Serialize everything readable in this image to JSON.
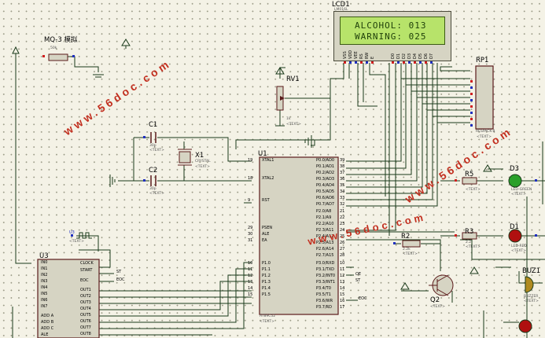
{
  "lcd": {
    "ref": "LCD1",
    "model": "LM016L",
    "line1": "ALCOHOL: 013",
    "line2": "WARNING: 025",
    "pins": [
      "VSS",
      "VDD",
      "VEE",
      "RS",
      "RW",
      "E",
      "D0",
      "D1",
      "D2",
      "D3",
      "D4",
      "D5",
      "D6",
      "D7"
    ]
  },
  "sensor": {
    "label": "MQ-3 模拟",
    "value": "50k"
  },
  "rv1": {
    "ref": "RV1",
    "value": "1k"
  },
  "rp1": {
    "ref": "RP1",
    "model": "RESPACK-8"
  },
  "c1": {
    "ref": "C1",
    "value": "30p"
  },
  "c2": {
    "ref": "C2",
    "value": "30p"
  },
  "x1": {
    "ref": "X1",
    "model": "CRYSTAL"
  },
  "u1": {
    "ref": "U1",
    "model": "AT89C52",
    "left_pins": [
      {
        "num": "19",
        "name": "XTAL1"
      },
      {
        "num": "18",
        "name": "XTAL2"
      },
      {
        "num": "9",
        "name": "RST"
      },
      {
        "num": "29",
        "name": "PSEN"
      },
      {
        "num": "30",
        "name": "ALE"
      },
      {
        "num": "31",
        "name": "EA"
      },
      {
        "num": "10",
        "name": "P1.0"
      },
      {
        "num": "11",
        "name": "P1.1"
      },
      {
        "num": "12",
        "name": "P1.2"
      },
      {
        "num": "13",
        "name": "P1.3"
      },
      {
        "num": "14",
        "name": "P1.4"
      },
      {
        "num": "15",
        "name": "P1.5"
      }
    ],
    "right_pins": [
      {
        "num": "39",
        "name": "P0.0/AD0"
      },
      {
        "num": "38",
        "name": "P0.1/AD1"
      },
      {
        "num": "37",
        "name": "P0.2/AD2"
      },
      {
        "num": "36",
        "name": "P0.3/AD3"
      },
      {
        "num": "35",
        "name": "P0.4/AD4"
      },
      {
        "num": "34",
        "name": "P0.5/AD5"
      },
      {
        "num": "33",
        "name": "P0.6/AD6"
      },
      {
        "num": "32",
        "name": "P0.7/AD7"
      },
      {
        "num": "21",
        "name": "P2.0/A8"
      },
      {
        "num": "22",
        "name": "P2.1/A9"
      },
      {
        "num": "23",
        "name": "P2.2/A10"
      },
      {
        "num": "24",
        "name": "P2.3/A11"
      },
      {
        "num": "25",
        "name": "P2.4/A12"
      },
      {
        "num": "26",
        "name": "P2.5/A13"
      },
      {
        "num": "27",
        "name": "P2.6/A14"
      },
      {
        "num": "28",
        "name": "P2.7/A15"
      },
      {
        "num": "10",
        "name": "P3.0/RXD"
      },
      {
        "num": "11",
        "name": "P3.1/TXD"
      },
      {
        "num": "12",
        "name": "P3.2/INT0"
      },
      {
        "num": "13",
        "name": "P3.3/INT1"
      },
      {
        "num": "14",
        "name": "P3.4/T0"
      },
      {
        "num": "15",
        "name": "P3.5/T1"
      },
      {
        "num": "16",
        "name": "P3.6/WR"
      },
      {
        "num": "17",
        "name": "P3.7/RD"
      }
    ]
  },
  "u3": {
    "ref": "U3",
    "left_pins": [
      "IN0",
      "IN1",
      "IN2",
      "IN3",
      "IN4",
      "IN5",
      "IN6",
      "IN7",
      "ADD A",
      "ADD B",
      "ADD C",
      "ALE"
    ],
    "right_pins": [
      "CLOCK",
      "START",
      "EOC",
      "OUT1",
      "OUT2",
      "OUT3",
      "OUT4",
      "OUT5",
      "OUT6",
      "OUT7",
      "OUT8"
    ]
  },
  "u3_clock": {
    "ref": "U3"
  },
  "r5": {
    "ref": "R5"
  },
  "r3": {
    "ref": "R3",
    "value": "2.2"
  },
  "r2": {
    "ref": "R2",
    "value": "2.2k"
  },
  "d3": {
    "ref": "D3",
    "model": "LED-GREEN"
  },
  "d1": {
    "ref": "D1",
    "model": "LED-RED"
  },
  "q2": {
    "ref": "Q2"
  },
  "buz": {
    "ref": "BUZ1",
    "model": "BUZZER"
  },
  "text_placeholder": "<TEXT>",
  "net_labels": {
    "oe": "OE",
    "st": "ST",
    "eoc": "EOC"
  },
  "watermark": "www.56doc.com",
  "colors": {
    "wire": "#1a4a1a",
    "part": "#8b1a1a",
    "lcd_green": "#b7e36a",
    "led_green": "#2aa02a",
    "led_red": "#b01010",
    "watermark": "#c23020"
  }
}
